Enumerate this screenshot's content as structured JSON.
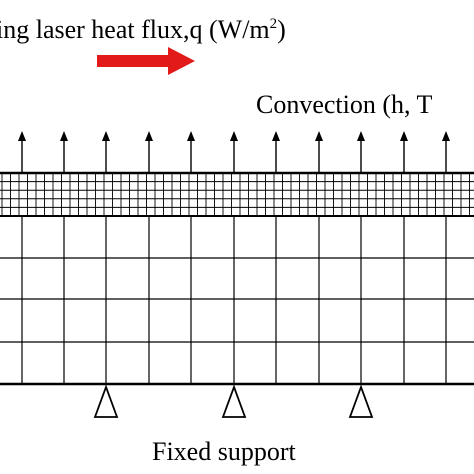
{
  "labels": {
    "heat_flux_text": "ing laser heat flux,q  (W/m",
    "heat_flux_exponent": "2",
    "heat_flux_close": ")",
    "convection": "Convection (h, T",
    "fixed_support": "Fixed support"
  },
  "colors": {
    "arrow_red": "#e31a1a",
    "line": "#000000",
    "background": "#ffffff"
  }
}
